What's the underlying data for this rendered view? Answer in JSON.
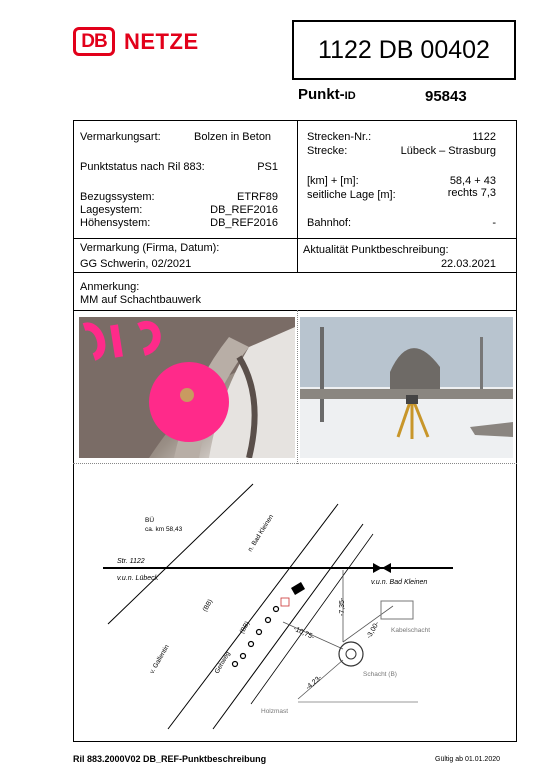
{
  "header": {
    "logo_db": "DB",
    "logo_text": "NETZE",
    "point_number": "1122 DB 00402",
    "punkt_label": "Punkt-",
    "punkt_label_small": "ID",
    "punkt_id": "95843"
  },
  "left_info": {
    "vermarkungsart_label": "Vermarkungsart:",
    "vermarkungsart_value": "Bolzen in Beton",
    "punktstatus_label": "Punktstatus nach Ril 883:",
    "punktstatus_value": "PS1",
    "bezugssystem_label": "Bezugssystem:",
    "bezugssystem_value": "ETRF89",
    "lagesystem_label": "Lagesystem:",
    "lagesystem_value": "DB_REF2016",
    "hoehensystem_label": "Höhensystem:",
    "hoehensystem_value": "DB_REF2016"
  },
  "right_info": {
    "strecken_nr_label": "Strecken-Nr.:",
    "strecken_nr_value": "1122",
    "strecke_label": "Strecke:",
    "strecke_value": "Lübeck – Strasburg",
    "km_label": "[km] + [m]:",
    "km_value": "58,4  + 43",
    "lage_label": "seitliche Lage [m]:",
    "lage_value": "rechts 7,3",
    "bahnhof_label": "Bahnhof:",
    "bahnhof_value": "-"
  },
  "vermarkung": {
    "label": "Vermarkung (Firma, Datum):",
    "value": "GG Schwerin, 02/2021"
  },
  "aktualitaet": {
    "label": "Aktualität Punktbeschreibung:",
    "value": "22.03.2021"
  },
  "anmerkung": {
    "label": "Anmerkung:",
    "value": "MM  auf Schachtbauwerk"
  },
  "sketch": {
    "bu_line1": "BÜ",
    "bu_line2": "ca. km 58,43",
    "bad_kleinen_road": "n. Bad Kleinen",
    "str_label": "Str.  1122",
    "vun_luebeck": "v.u.n. Lübeck",
    "vun_bad_kleinen": "v.u.n. Bad Kleinen",
    "bb1": "(BB)",
    "bb2": "(BB)",
    "gehweg": "Gehweg",
    "gallentin": "v. Gallentin",
    "d_735": "-7,35-",
    "d_300": "-3,00-",
    "d_1075": "-10,75-",
    "d_423": "-4,23-",
    "kabelschacht": "Kabelschacht",
    "schacht": "Schacht (B)",
    "holzmast": "Holzmast"
  },
  "footer": {
    "left": "Ril 883.2000V02 DB_REF-Punktbeschreibung",
    "right": "Gültig ab  01.01.2020"
  },
  "colors": {
    "brand_red": "#e2001a",
    "marker_pink": "#ff2a8a"
  }
}
